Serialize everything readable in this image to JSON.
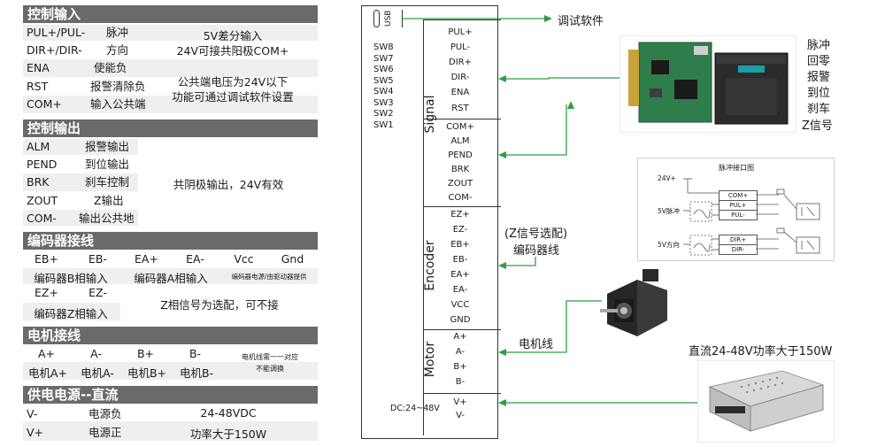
{
  "control_input": {
    "header": "控制输入",
    "rows": [
      {
        "pin": "PUL+/PUL-",
        "func": "脉冲"
      },
      {
        "pin": "DIR+/DIR-",
        "func": "方向"
      },
      {
        "pin": "ENA",
        "func": "使能负"
      },
      {
        "pin": "RST",
        "func": "报警清除负"
      },
      {
        "pin": "COM+",
        "func": "输入公共端"
      }
    ],
    "note1_line1": "5V差分输入",
    "note1_line2": "24V可接共阳极COM+",
    "note2_line1": "公共端电压为24V以下",
    "note2_line2": "功能可通过调试软件设置"
  },
  "control_output": {
    "header": "控制输出",
    "rows": [
      {
        "pin": "ALM",
        "func": "报警输出"
      },
      {
        "pin": "PEND",
        "func": "到位输出"
      },
      {
        "pin": "BRK",
        "func": "刹车控制"
      },
      {
        "pin": "ZOUT",
        "func": "Z输出"
      },
      {
        "pin": "COM-",
        "func": "输出公共地"
      }
    ],
    "note": "共阴极输出，24V有效"
  },
  "encoder_wiring": {
    "header": "编码器接线",
    "pins": [
      "EB+",
      "EB-",
      "EA+",
      "EA-",
      "Vcc",
      "Gnd"
    ],
    "desc_b": "编码器B相输入",
    "desc_a": "编码器A相输入",
    "desc_power": "编码器电源/由驱动器提供",
    "pins_z": [
      "EZ+",
      "EZ-"
    ],
    "desc_z": "编码器Z相输入",
    "note_z": "Z相信号为选配，可不接"
  },
  "motor_wiring": {
    "header": "电机接线",
    "pins": [
      "A+",
      "A-",
      "B+",
      "B-"
    ],
    "descs": [
      "电机A+",
      "电机A-",
      "电机B+",
      "电机B-"
    ],
    "note_line1": "电机线需一一对应",
    "note_line2": "不能调换"
  },
  "power_supply": {
    "header": "供电电源--直流",
    "rows": [
      {
        "pin": "V-",
        "func": "电源负"
      },
      {
        "pin": "V+",
        "func": "电源正"
      }
    ],
    "note1": "24-48VDC",
    "note2": "功率大于150W"
  },
  "driver": {
    "usb": "USB",
    "switches": [
      "SW8",
      "SW7",
      "SW6",
      "SW5",
      "SW4",
      "SW3",
      "SW2",
      "SW1"
    ],
    "signal_label": "Signal",
    "signal_pins": [
      "PUL+",
      "PUL-",
      "DIR+",
      "DIR-",
      "ENA",
      "RST",
      "COM+",
      "ALM",
      "PEND",
      "BRK",
      "ZOUT",
      "COM-"
    ],
    "encoder_label": "Encoder",
    "encoder_pins": [
      "EZ+",
      "EZ-",
      "EB+",
      "EB-",
      "EA+",
      "EA-",
      "VCC",
      "GND"
    ],
    "motor_label": "Motor",
    "motor_pins": [
      "A+",
      "A-",
      "B+",
      "B-"
    ],
    "power_pins": [
      "V+",
      "V-"
    ],
    "dc_label": "DC:24~48V"
  },
  "connections": {
    "debug_software": "调试软件",
    "controller_signals": [
      "脉冲",
      "回零",
      "报警",
      "到位",
      "刹车",
      "Z信号"
    ],
    "encoder_cable_line1": "(Z信号选配)",
    "encoder_cable_line2": "编码器线",
    "motor_cable": "电机线",
    "power_desc": "直流24-48V功率大于150W"
  },
  "pulse_diagram": {
    "title": "脉冲接口图",
    "v24": "24V+",
    "pulse_label": "5V脉冲",
    "dir_label": "5V方向",
    "pins": [
      "COM+",
      "PUL+",
      "PUL-",
      "DIR+",
      "DIR-"
    ]
  },
  "colors": {
    "header_bg": "#6a6a6a",
    "green_line": "#2e9e45"
  }
}
